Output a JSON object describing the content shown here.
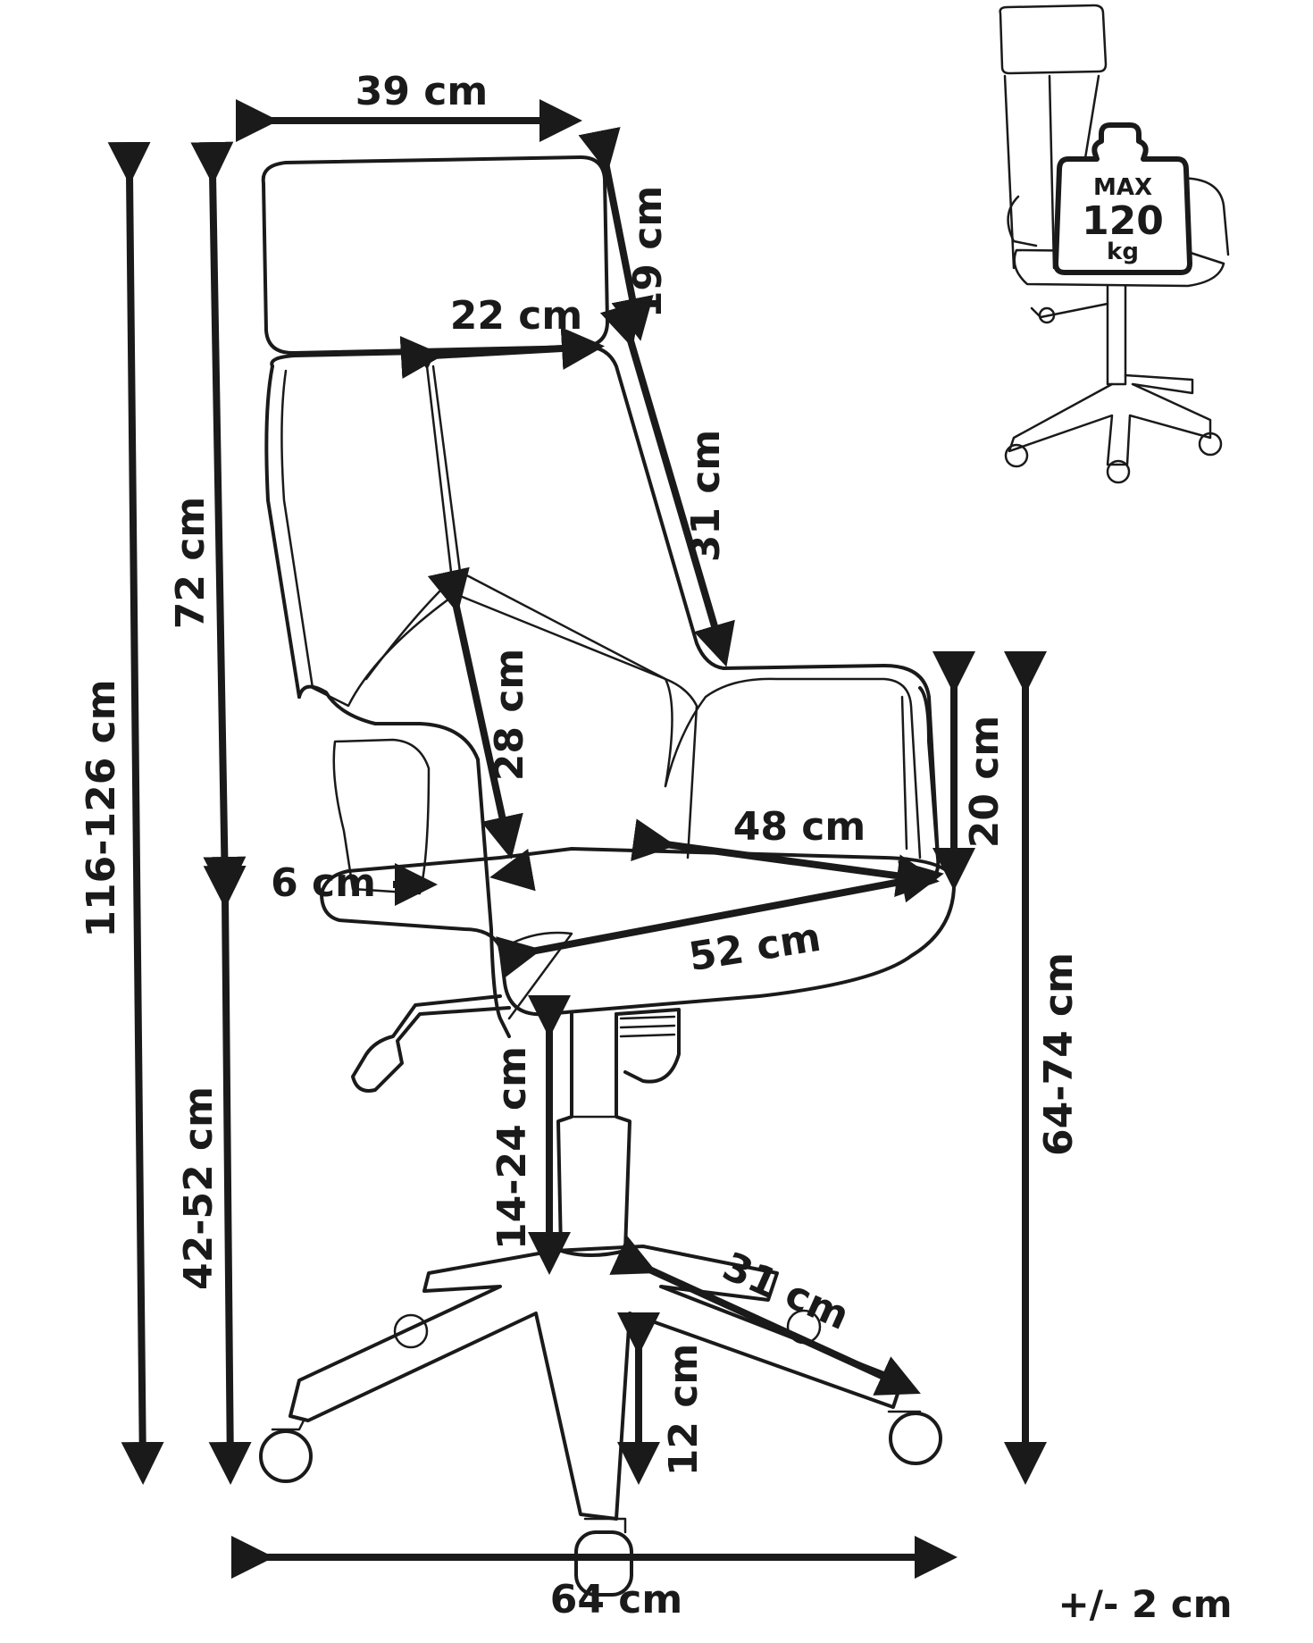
{
  "colors": {
    "line": "#1a1a1a",
    "background": "#ffffff"
  },
  "dimensions": {
    "headrest_width": "39 cm",
    "headrest_height": "19 cm",
    "backrest_upper_width": "22 cm",
    "backrest_upper_length": "31 cm",
    "total_height_upper": "72 cm",
    "lumbar_height": "28 cm",
    "total_height": "116-126 cm",
    "armrest_height": "20 cm",
    "seat_depth": "48 cm",
    "armrest_width": "6 cm",
    "seat_width": "52 cm",
    "seat_height": "42-52 cm",
    "gas_lift_range": "14-24 cm",
    "armrest_floor_height": "64-74 cm",
    "base_leg": "31 cm",
    "base_height": "12 cm",
    "base_width": "64 cm"
  },
  "tolerance": "+/- 2 cm",
  "weight_badge": {
    "line1": "MAX",
    "line2": "120",
    "line3": "kg"
  }
}
